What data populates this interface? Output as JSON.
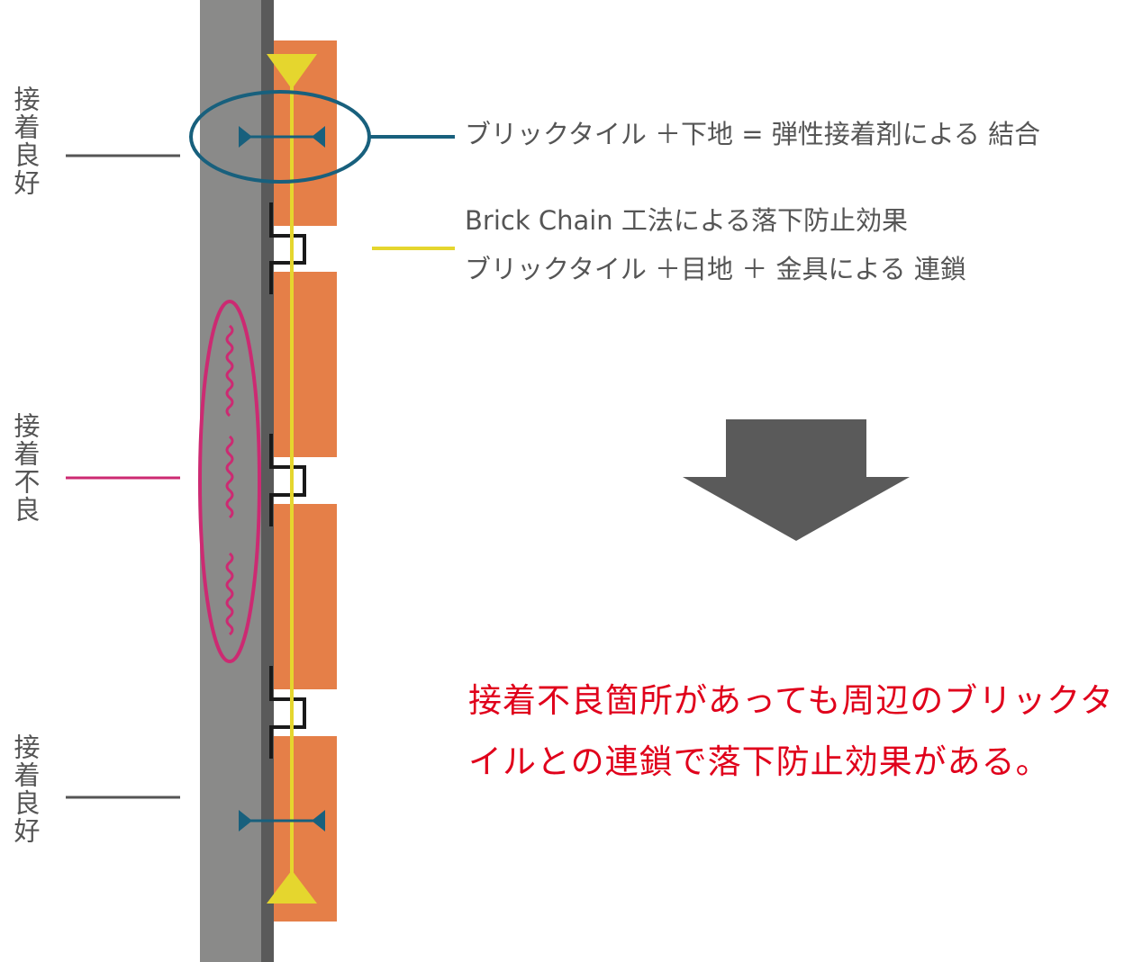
{
  "labels": {
    "top_left": "接着良好",
    "middle_left": "接着不良",
    "bottom_left": "接着良好"
  },
  "annotations": {
    "adhesive_bond": "ブリックタイル ＋下地 = 弾性接着剤による 結合",
    "brick_chain_line1": "Brick Chain 工法による落下防止効果",
    "brick_chain_line2": "ブリックタイル ＋目地 ＋ 金具による 連鎖"
  },
  "conclusion": "接着不良箇所があっても周辺のブリックタイルとの連鎖で落下防止効果がある。",
  "colors": {
    "wall": "#8a8a89",
    "wall_edge": "#5a5a5a",
    "brick": "#e57f48",
    "bond_marker": "#18607d",
    "chain_line": "#e5d62e",
    "defect": "#cc2a72",
    "conclusion_text": "#e0001b",
    "arrow": "#5a5a5a"
  }
}
